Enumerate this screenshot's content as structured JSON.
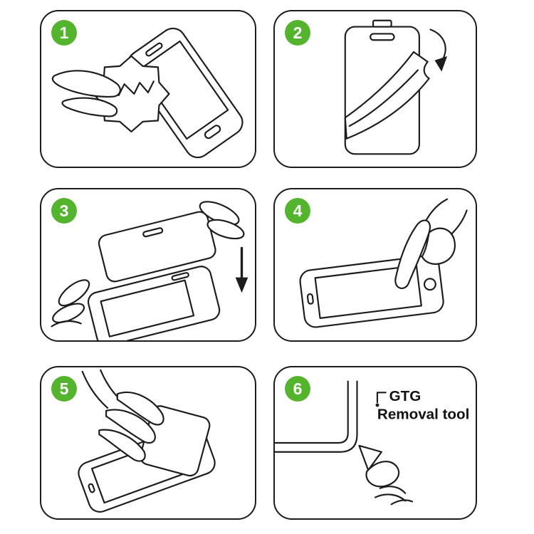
{
  "colors": {
    "badge_green": "#55b42e",
    "line": "#1c1c1c",
    "background": "#ffffff",
    "text": "#111111"
  },
  "steps": [
    {
      "number": "1",
      "illustration": "wipe-phone-with-cloth"
    },
    {
      "number": "2",
      "illustration": "peel-protective-film"
    },
    {
      "number": "3",
      "illustration": "align-glass-over-phone"
    },
    {
      "number": "4",
      "illustration": "press-screen-with-finger"
    },
    {
      "number": "5",
      "illustration": "smooth-with-card"
    },
    {
      "number": "6",
      "illustration": "corner-removal-tool",
      "annotation": {
        "line1": "GTG",
        "line2": "Removal tool"
      }
    }
  ]
}
